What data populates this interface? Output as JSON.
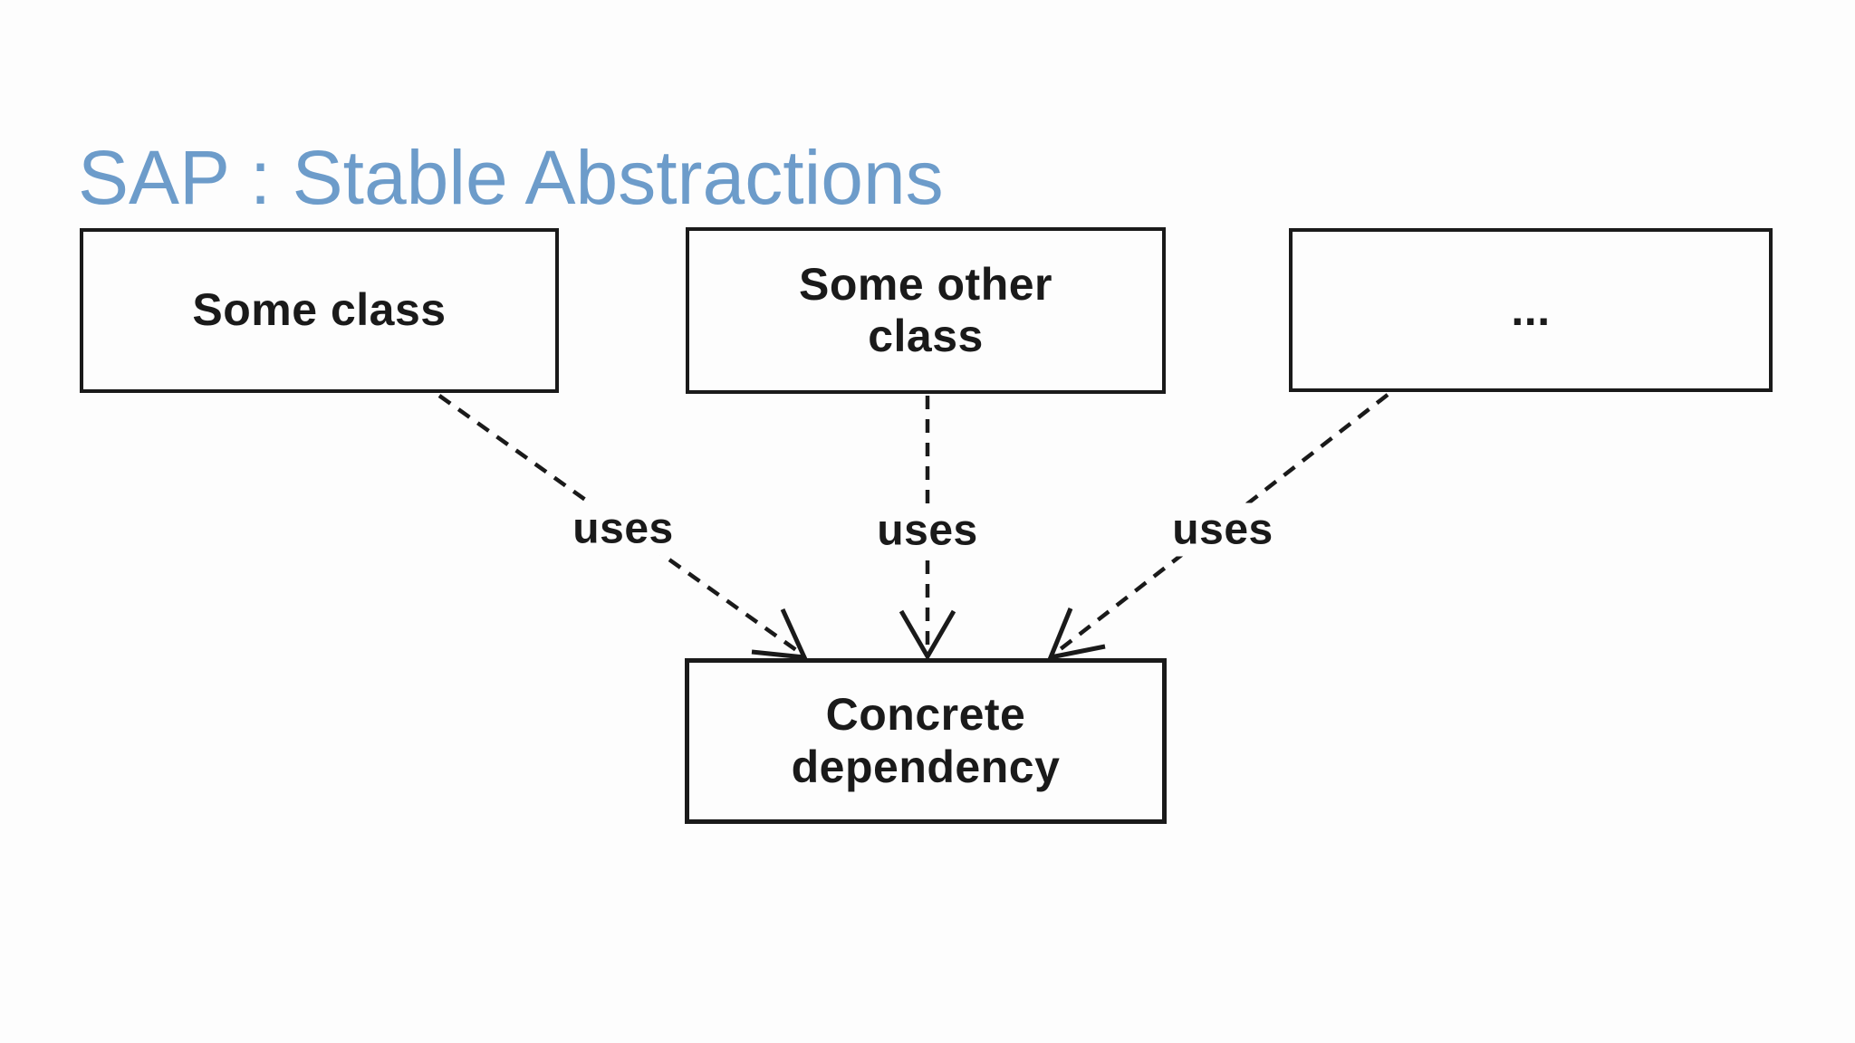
{
  "slide": {
    "title": "SAP : Stable Abstractions",
    "accent_color": "#6d9cca",
    "background_color": "#fdfdfd"
  },
  "diagram": {
    "type": "uml-dependency-diagram",
    "stroke_color": "#1a1a1a",
    "boxes": [
      {
        "id": "some-class",
        "label": "Some class"
      },
      {
        "id": "some-other-class",
        "label": "Some other\nclass"
      },
      {
        "id": "ellipsis",
        "label": "..."
      },
      {
        "id": "concrete-dependency",
        "label": "Concrete\ndependency"
      }
    ],
    "edges": [
      {
        "from": "some-class",
        "to": "concrete-dependency",
        "label": "uses",
        "style": "dashed-open-arrow"
      },
      {
        "from": "some-other-class",
        "to": "concrete-dependency",
        "label": "uses",
        "style": "dashed-open-arrow"
      },
      {
        "from": "ellipsis",
        "to": "concrete-dependency",
        "label": "uses",
        "style": "dashed-open-arrow"
      }
    ]
  }
}
